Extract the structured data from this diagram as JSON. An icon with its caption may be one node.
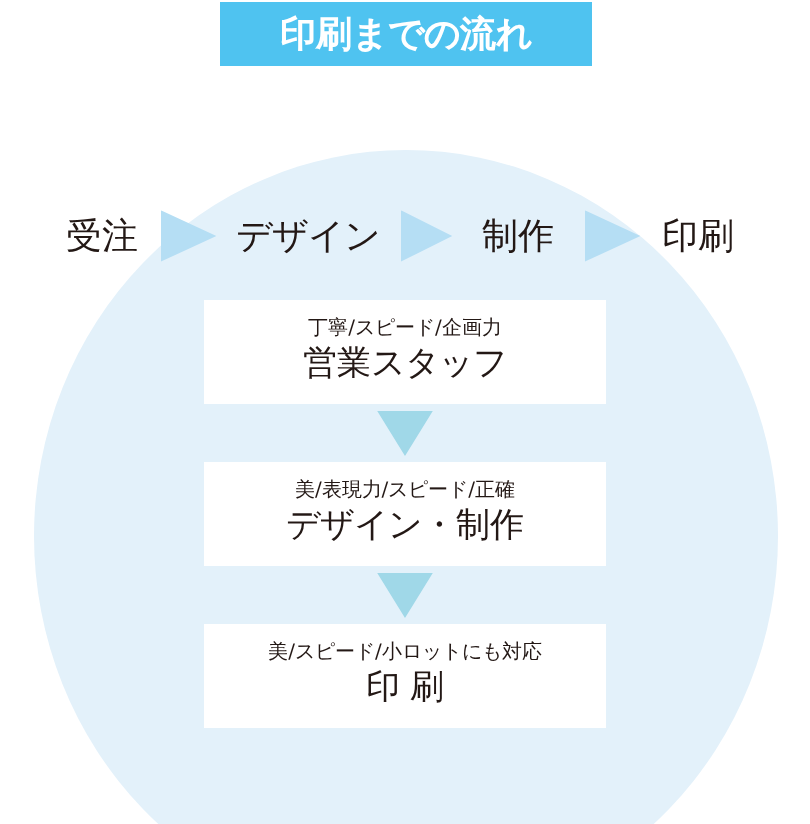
{
  "diagram": {
    "title": "印刷までの流れ",
    "nodes": [
      {
        "text": [
          "受注"
        ]
      },
      {
        "text": [
          "デザイン"
        ]
      },
      {
        "text": [
          "制作"
        ]
      },
      {
        "text": [
          "印刷"
        ]
      },
      {
        "text": [
          "丁寧/スピード/企画力",
          "営業スタッフ"
        ]
      },
      {
        "text": [
          "美/表現力/スピード/正確",
          "デザイン・制作"
        ]
      },
      {
        "text": [
          "美/スピード/小ロットにも対応",
          "印 刷"
        ]
      }
    ],
    "edges": [
      {
        "from": 0,
        "to": 1,
        "arrow": "to",
        "color": "#b5def4"
      },
      {
        "from": 1,
        "to": 2,
        "arrow": "to",
        "color": "#b5def4"
      },
      {
        "from": 2,
        "to": 3,
        "arrow": "to",
        "color": "#b5def4"
      },
      {
        "from": 4,
        "to": 5,
        "arrow": "to"
      },
      {
        "from": 5,
        "to": 6,
        "arrow": "to"
      }
    ]
  }
}
